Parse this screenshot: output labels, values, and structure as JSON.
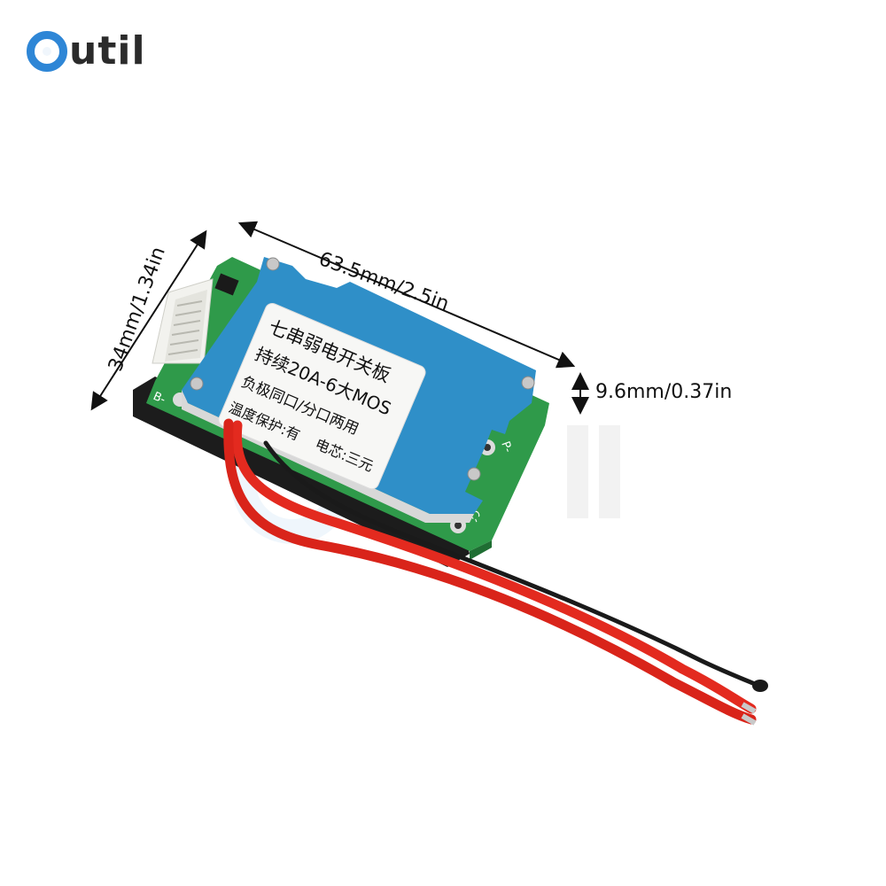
{
  "brand": {
    "logo_text": "util",
    "logo_icon": "o-ring-logo-icon",
    "color": "#2e86d6"
  },
  "dimensions": {
    "length": "63.5mm/2.5in",
    "width": "34mm/1.34in",
    "height": "9.6mm/0.37in"
  },
  "board_label": {
    "line1": "七串弱电开关板",
    "line2": "持续20A-6大MOS",
    "line3": "负极同口/分口两用",
    "line4a": "温度保护:有",
    "line4b": "电芯:三元"
  },
  "pcb_marks": {
    "b_minus": "B-",
    "p_minus": "P-",
    "c_minus": "C-"
  },
  "colors": {
    "pcb": "#2f9a4a",
    "cover": "#2f8fc8",
    "wire_red": "#e32a1f",
    "wire_black": "#1a1a1a",
    "connector": "#f2f2ee"
  }
}
